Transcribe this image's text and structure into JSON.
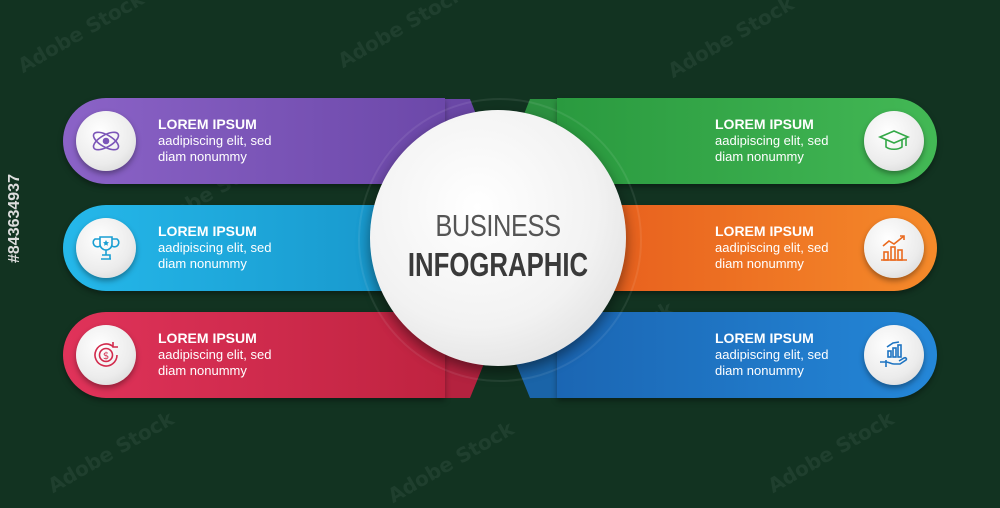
{
  "center": {
    "line1": "BUSINESS",
    "line2": "INFOGRAPHIC"
  },
  "items": [
    {
      "title": "LOREM IPSUM",
      "line1": "aadipiscing elit, sed",
      "line2": "diam nonummy",
      "icon": "atom-icon",
      "color": "#7b55b8"
    },
    {
      "title": "LOREM IPSUM",
      "line1": "aadipiscing elit, sed",
      "line2": "diam nonummy",
      "icon": "trophy-icon",
      "color": "#1aa3d6"
    },
    {
      "title": "LOREM IPSUM",
      "line1": "aadipiscing elit, sed",
      "line2": "diam nonummy",
      "icon": "dollar-cycle-icon",
      "color": "#d22a4c"
    },
    {
      "title": "LOREM IPSUM",
      "line1": "aadipiscing elit, sed",
      "line2": "diam nonummy",
      "icon": "graduation-cap-icon",
      "color": "#33a847"
    },
    {
      "title": "LOREM IPSUM",
      "line1": "aadipiscing elit, sed",
      "line2": "diam nonummy",
      "icon": "bar-chart-icon",
      "color": "#ea6a1f"
    },
    {
      "title": "LOREM IPSUM",
      "line1": "aadipiscing elit, sed",
      "line2": "diam nonummy",
      "icon": "hand-growth-icon",
      "color": "#1e74c2"
    }
  ],
  "stock_id": "#843634937",
  "watermark": "Adobe Stock"
}
